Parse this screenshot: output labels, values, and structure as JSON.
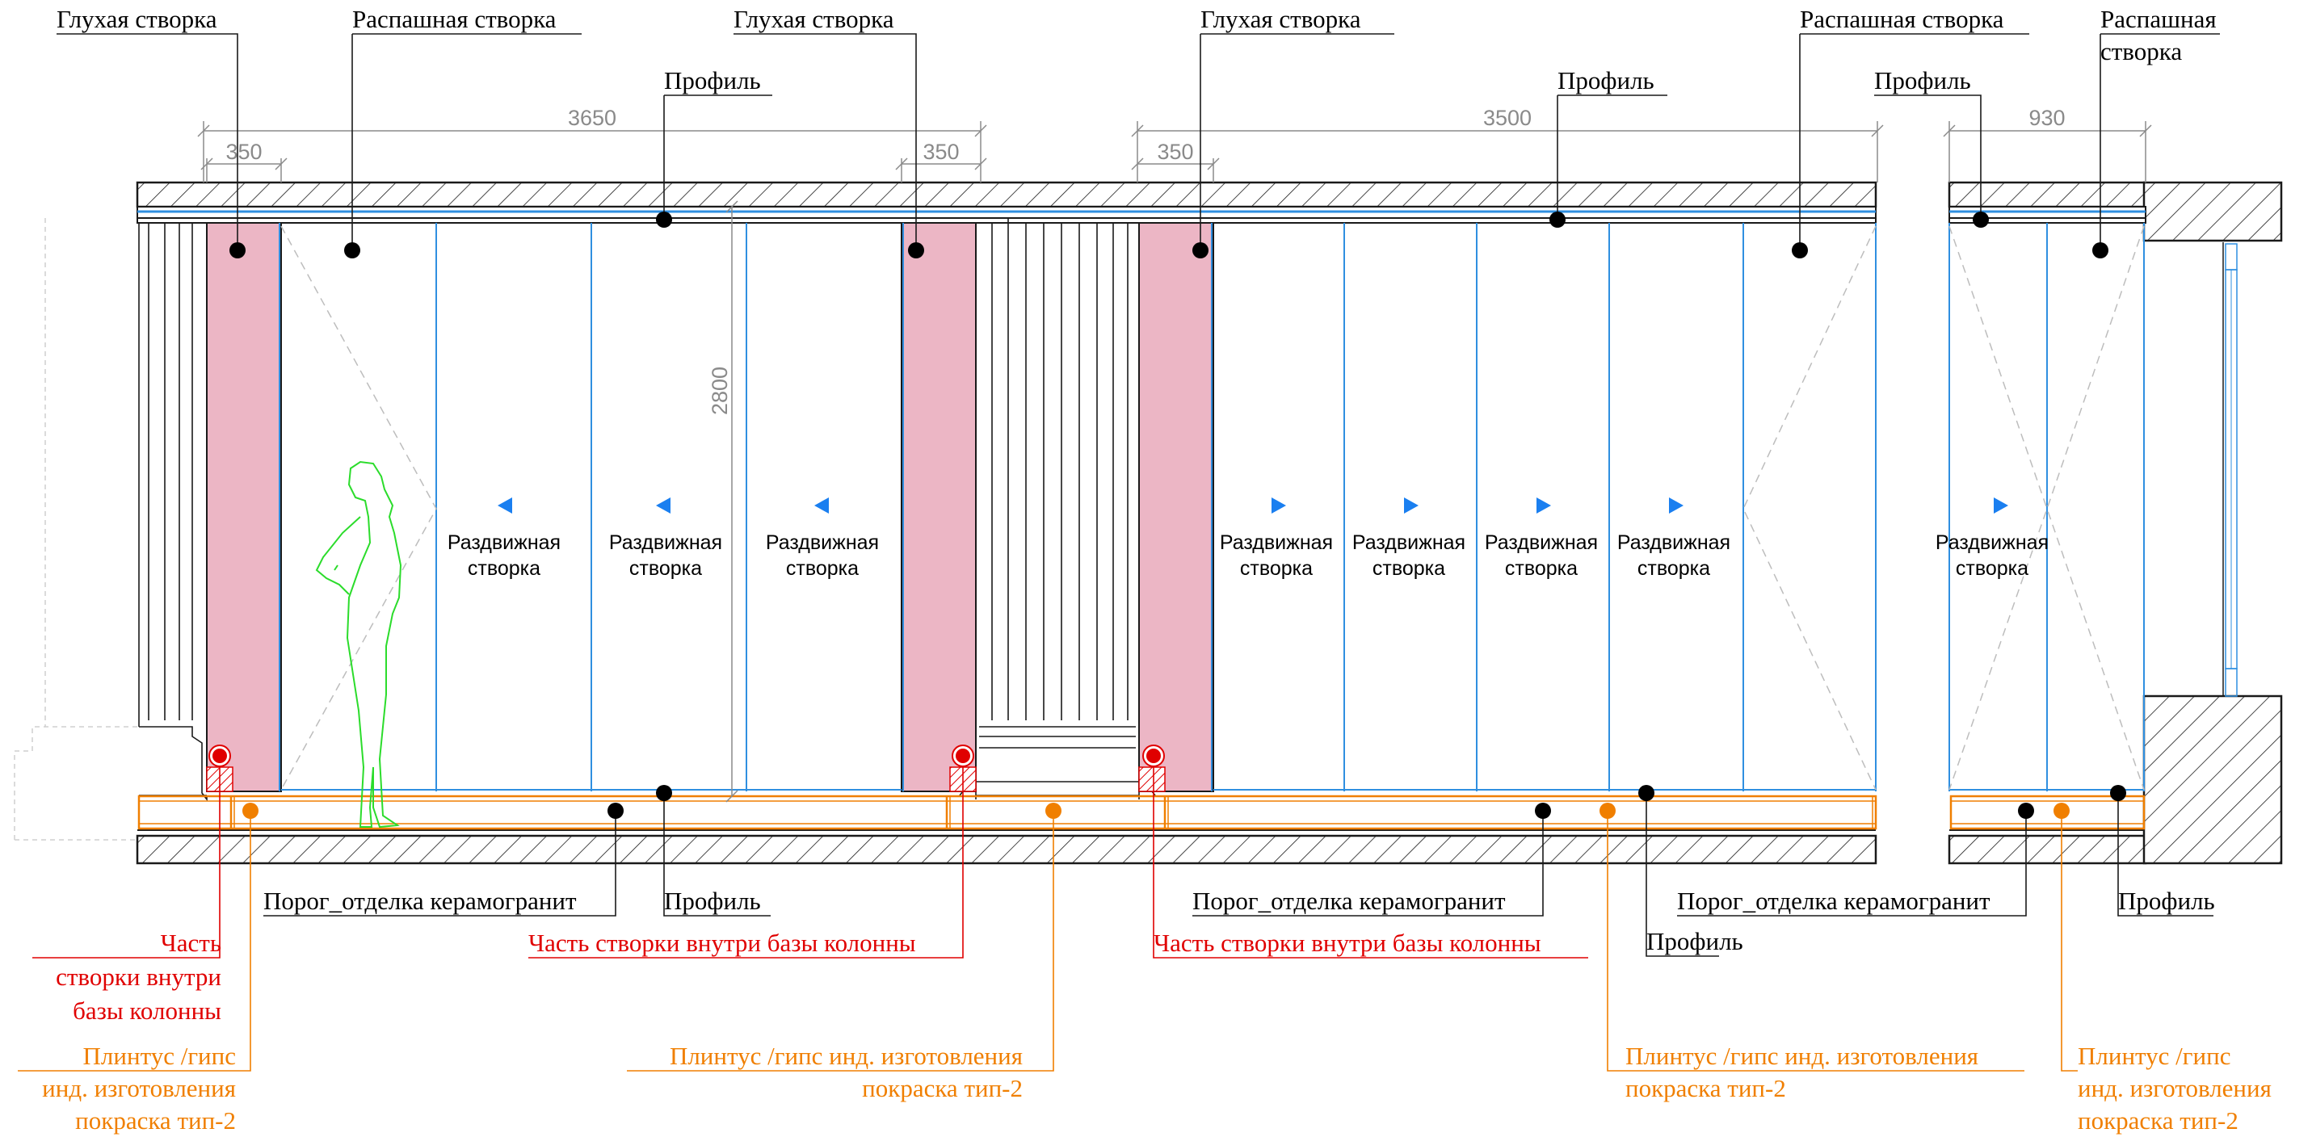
{
  "colors": {
    "line": "#1a1a1a",
    "glass": "#2f8fe0",
    "pink_fill": "#ecb6c5",
    "red": "#e00000",
    "orange": "#f07f00",
    "figure": "#2bdc2b",
    "dim": "#8a8a8a",
    "arrow": "#1a7ff0"
  },
  "labels": {
    "top_deaf_1": "Глухая створка",
    "top_swing_1": "Распашная створка",
    "top_deaf_2": "Глухая створка",
    "top_deaf_3": "Глухая створка",
    "top_swing_2": "Распашная створка",
    "top_swing_3_line1": "Распашная",
    "top_swing_3_line2": "створка",
    "profile_top_1": "Профиль",
    "profile_top_2": "Профиль",
    "profile_top_3": "Профиль",
    "threshold_1": "Порог_отделка керамогранит",
    "profile_bottom_1": "Профиль",
    "threshold_2": "Порог_отделка керамогранит",
    "profile_bottom_2": "Профиль",
    "threshold_3": "Порог_отделка керамогранит",
    "profile_bottom_3": "Профиль",
    "column_part_left_1": "Часть",
    "column_part_left_2": "створки внутри",
    "column_part_left_3": "базы колонны",
    "column_part_mid": "Часть створки внутри базы колонны",
    "column_part_right": "Часть створки внутри базы колонны",
    "plinth_left_1": "Плинтус /гипс",
    "plinth_left_2": "инд. изготовления",
    "plinth_left_3": "покраска тип-2",
    "plinth_mid_1": "Плинтус /гипс инд. изготовления",
    "plinth_mid_2": "покраска тип-2",
    "plinth_right_1": "Плинтус /гипс инд. изготовления",
    "plinth_right_2": "покраска тип-2",
    "plinth_far_1": "Плинтус /гипс",
    "plinth_far_2": "инд. изготовления",
    "plinth_far_3": "покраска тип-2"
  },
  "dimensions": {
    "span_1": "3650",
    "span_2": "3500",
    "span_3": "930",
    "leaf_1": "350",
    "leaf_2": "350",
    "leaf_3": "350",
    "height": "2800"
  },
  "panels": {
    "line1": "Раздвижная",
    "line2": "створка"
  }
}
